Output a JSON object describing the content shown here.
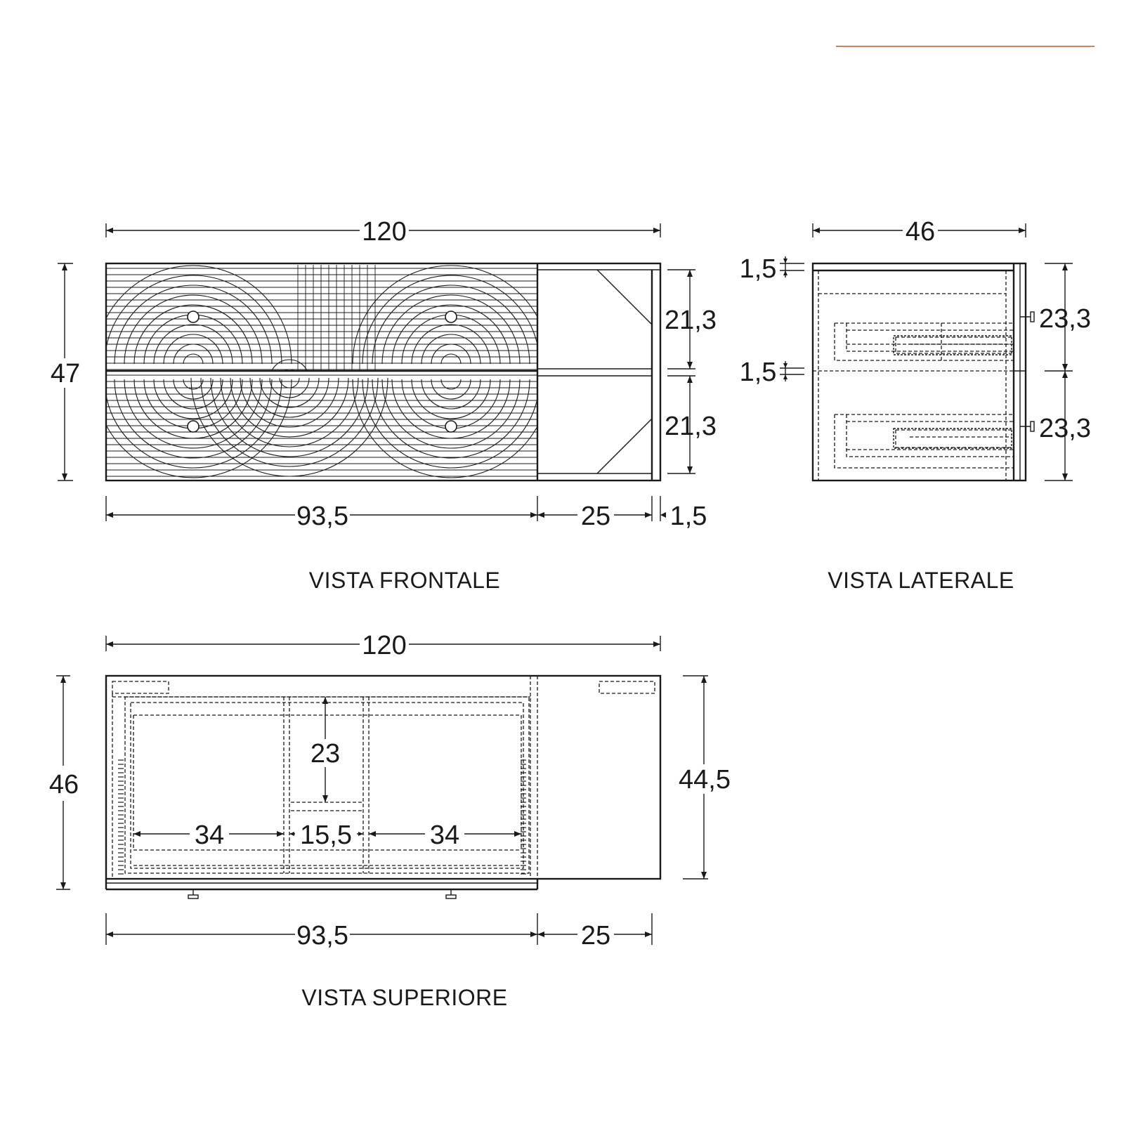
{
  "colors": {
    "accent_line": "#c8845e",
    "ink": "#1a1a1a",
    "background": "#ffffff"
  },
  "front_view": {
    "caption": "VISTA FRONTALE",
    "dim_total_width": "120",
    "dim_height": "47",
    "dim_top_drawer": "21,3",
    "dim_bottom_drawer": "21,3",
    "dim_drawer_width": "93,5",
    "dim_open_width": "25",
    "dim_side_panel": "1,5"
  },
  "side_view": {
    "caption": "VISTA LATERALE",
    "dim_depth": "46",
    "dim_top_panel": "1,5",
    "dim_mid_panel": "1,5",
    "dim_top_drawer": "23,3",
    "dim_bottom_drawer": "23,3"
  },
  "top_view": {
    "caption": "VISTA SUPERIORE",
    "dim_total_width": "120",
    "dim_depth": "46",
    "dim_inner_depth": "44,5",
    "dim_inner_23": "23",
    "dim_left_34": "34",
    "dim_center": "15,5",
    "dim_right_34": "34",
    "dim_drawer_width": "93,5",
    "dim_open_width": "25"
  }
}
